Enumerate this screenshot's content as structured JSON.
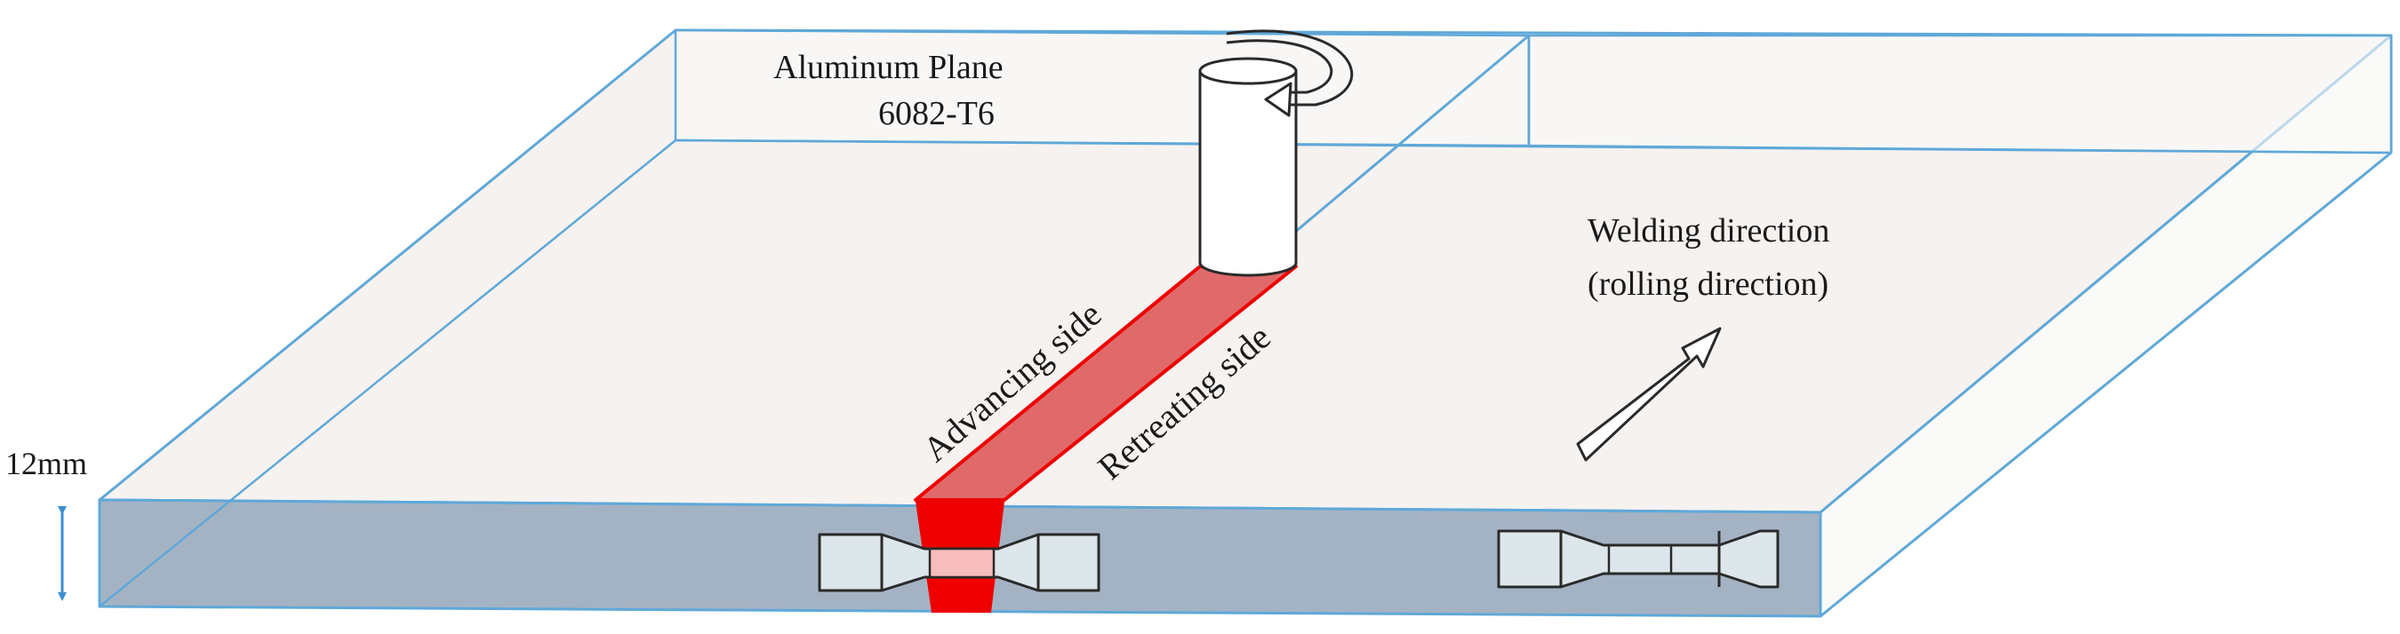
{
  "labels": {
    "plate_material_line1": "Aluminum Plane",
    "plate_material_line2": "6082-T6",
    "welding_direction_line1": "Welding direction",
    "welding_direction_line2": "(rolling direction)",
    "advancing_side": "Advancing side",
    "retreating_side": "Retreating side",
    "thickness": "12mm"
  },
  "colors": {
    "plate_outline": "#5fa8d8",
    "plate_top": "#f6f2f0",
    "plate_front": "#a4b3c4",
    "plate_side": "#fafaf8",
    "weld_zone": "#ee0000",
    "weld_top": "#e06a6a",
    "specimen_fill": "#dde6ea",
    "specimen_center_weld": "#f7bcbc",
    "thickness_arrow": "#3c8fd0"
  }
}
